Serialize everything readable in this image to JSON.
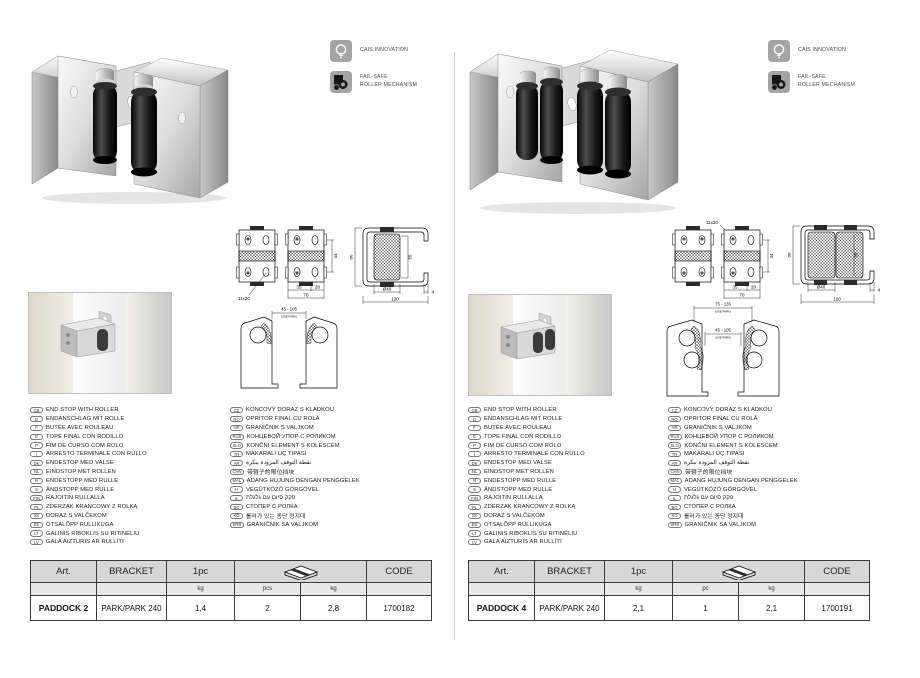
{
  "colors": {
    "icon_background": "#a4a4a4",
    "table_header_background": "#d8d8d8",
    "table_subheader_background": "#e8e8e8",
    "divider": "#cfcfcf"
  },
  "products": {
    "left": {
      "name": "PADDOCK 2",
      "innovation_badge": {
        "icon": "bulb-icon",
        "label": "CAIS INNOVATION"
      },
      "failsafe_badge": {
        "icon": "fail-safe-roller-icon",
        "label_line1": "FAIL-SAFE",
        "label_line2": "ROLLER MECHANISM"
      },
      "dims": {
        "slot": "11x20",
        "screw_spacing": "44",
        "w1": "35",
        "w2": "20",
        "total_width": "70",
        "side_height": "88",
        "roller_height": "55",
        "roller_diameter": "Ø40",
        "lip": "4",
        "side_width": "120",
        "range1": "45 - 105",
        "range_note": "(USE PARK)"
      },
      "languages_col1": [
        {
          "code": "GB",
          "text": "END STOP WITH ROLLER"
        },
        {
          "code": "D",
          "text": "ENDANSCHLAG MIT ROLLE"
        },
        {
          "code": "F",
          "text": "BUTÉE AVEC ROULEAU"
        },
        {
          "code": "E",
          "text": "TOPE FINAL CON RODILLO"
        },
        {
          "code": "P",
          "text": "FIM DE CURSO COM ROLO"
        },
        {
          "code": "I",
          "text": "ARRESTO TERMINALE CON RULLO"
        },
        {
          "code": "DK",
          "text": "ENDESTOP MED VALSE"
        },
        {
          "code": "NL",
          "text": "EINDSTOP MET ROLLEN"
        },
        {
          "code": "N",
          "text": "ENDESTOPP MED RULLE"
        },
        {
          "code": "S",
          "text": "ÄNDSTOPP MED RULLE"
        },
        {
          "code": "FIN",
          "text": "RAJOITIN RULLALLA"
        },
        {
          "code": "PL",
          "text": "ZDERZAK KRAŃCOWY Z ROLKĄ"
        },
        {
          "code": "SK",
          "text": "DORAZ S VALČEKOM"
        },
        {
          "code": "EE",
          "text": "OTSALÕPP RULLIKUGA"
        },
        {
          "code": "LT",
          "text": "GALINIS RIBOKLIS SU RITINĖLIU"
        },
        {
          "code": "LV",
          "text": "GALA AIZTURIS AR RULLĪTI"
        }
      ],
      "languages_col2": [
        {
          "code": "CZ",
          "text": "KONCOVÝ DORAZ S KLADKOU"
        },
        {
          "code": "RO",
          "text": "OPRITOR FINAL CU ROLĂ"
        },
        {
          "code": "HR",
          "text": "GRANIČNIK S VALJKOM"
        },
        {
          "code": "RUS",
          "text": "КОНЦЕВОЙ УПОР С РОЛИКОМ"
        },
        {
          "code": "SLO",
          "text": "KONČNI ELEMENT S KOLESCEM"
        },
        {
          "code": "TR",
          "text": "MAKARALI UÇ TIPASI"
        },
        {
          "code": "AR",
          "text": "نقطة التوقف المزودة ببكرة"
        },
        {
          "code": "CHN",
          "text": "带辊子的限位挡块"
        },
        {
          "code": "MAL",
          "text": "ADANG HUJUNG DENGAN PENGGELEK"
        },
        {
          "code": "H",
          "text": "VÉGÜTKÖZŐ GÖRGŐVEL"
        },
        {
          "code": "IL",
          "text": "פקק סיום עם גלגלת"
        },
        {
          "code": "BG",
          "text": "СТОПЕР С РОЛКА"
        },
        {
          "code": "KO",
          "text": "롤러가 있는 종단 정지대"
        },
        {
          "code": "SRB",
          "text": "GRANIČNIK SA VALJKOM"
        }
      ],
      "table": {
        "art_header": "Art.",
        "bracket_header": "BRACKET",
        "unit_header": "1pc",
        "package_icon": "package-icon",
        "code_header": "CODE",
        "unit_kg_label": "kg",
        "pack_pcs_label": "pcs",
        "pack_kg_label": "kg",
        "row": {
          "art": "PADDOCK 2",
          "bracket": "PARK/PARK 240",
          "unit_kg": "1,4",
          "pack_pcs": "2",
          "pack_kg": "2,8",
          "code": "1700182"
        }
      }
    },
    "right": {
      "name": "PADDOCK 4",
      "innovation_badge": {
        "icon": "bulb-icon",
        "label": "CAIS INNOVATION"
      },
      "failsafe_badge": {
        "icon": "fail-safe-roller-icon",
        "label_line1": "FAIL-SAFE",
        "label_line2": "ROLLER MECHANISM"
      },
      "dims": {
        "slot": "11x20",
        "screw_spacing": "44",
        "w1": "35",
        "w2": "20",
        "total_width": "70",
        "side_height": "88",
        "roller_height": "55",
        "roller_diameter": "Ø40",
        "lip": "4",
        "side_width": "120",
        "range1": "45 - 105",
        "range2": "75 - 135",
        "range_note": "(USE PARK)"
      },
      "languages_col1": [
        {
          "code": "GB",
          "text": "END STOP WITH ROLLER"
        },
        {
          "code": "D",
          "text": "ENDANSCHLAG MIT ROLLE"
        },
        {
          "code": "F",
          "text": "BUTÉE AVEC ROULEAU"
        },
        {
          "code": "E",
          "text": "TOPE FINAL CON RODILLO"
        },
        {
          "code": "P",
          "text": "FIM DE CURSO COM ROLO"
        },
        {
          "code": "I",
          "text": "ARRESTO TERMINALE CON RULLO"
        },
        {
          "code": "DK",
          "text": "ENDESTOP MED VALSE"
        },
        {
          "code": "NL",
          "text": "EINDSTOP MET ROLLEN"
        },
        {
          "code": "N",
          "text": "ENDESTOPP MED RULLE"
        },
        {
          "code": "S",
          "text": "ÄNDSTOPP MED RULLE"
        },
        {
          "code": "FIN",
          "text": "RAJOITIN RULLALLA"
        },
        {
          "code": "PL",
          "text": "ZDERZAK KRAŃCOWY Z ROLKĄ"
        },
        {
          "code": "SK",
          "text": "DORAZ S VALČEKOM"
        },
        {
          "code": "EE",
          "text": "OTSALÕPP RULLIKUGA"
        },
        {
          "code": "LT",
          "text": "GALINIS RIBOKLIS SU RITINĖLIU"
        },
        {
          "code": "LV",
          "text": "GALA AIZTURIS AR RULLĪTI"
        }
      ],
      "languages_col2": [
        {
          "code": "CZ",
          "text": "KONCOVÝ DORAZ S KLADKOU"
        },
        {
          "code": "RO",
          "text": "OPRITOR FINAL CU ROLĂ"
        },
        {
          "code": "HR",
          "text": "GRANIČNIK S VALJKOM"
        },
        {
          "code": "RUS",
          "text": "КОНЦЕВОЙ УПОР С РОЛИКОМ"
        },
        {
          "code": "SLO",
          "text": "KONČNI ELEMENT S KOLESCEM"
        },
        {
          "code": "TR",
          "text": "MAKARALI UÇ TIPASI"
        },
        {
          "code": "AR",
          "text": "نقطة التوقف المزودة ببكرة"
        },
        {
          "code": "CHN",
          "text": "带辊子的限位挡块"
        },
        {
          "code": "MAL",
          "text": "ADANG HUJUNG DENGAN PENGGELEK"
        },
        {
          "code": "H",
          "text": "VÉGÜTKÖZŐ GÖRGŐVEL"
        },
        {
          "code": "IL",
          "text": "פקק סיום עם גלגלת"
        },
        {
          "code": "BG",
          "text": "СТОПЕР С РОЛКА"
        },
        {
          "code": "KO",
          "text": "롤러가 있는 종단 정지대"
        },
        {
          "code": "SRB",
          "text": "GRANIČNIK SA VALJKOM"
        }
      ],
      "table": {
        "art_header": "Art.",
        "bracket_header": "BRACKET",
        "unit_header": "1pc",
        "package_icon": "package-icon",
        "code_header": "CODE",
        "unit_kg_label": "kg",
        "pack_pcs_label": "pc",
        "pack_kg_label": "kg",
        "row": {
          "art": "PADDOCK 4",
          "bracket": "PARK/PARK 240",
          "unit_kg": "2,1",
          "pack_pcs": "1",
          "pack_kg": "2,1",
          "code": "1700191"
        }
      }
    }
  }
}
